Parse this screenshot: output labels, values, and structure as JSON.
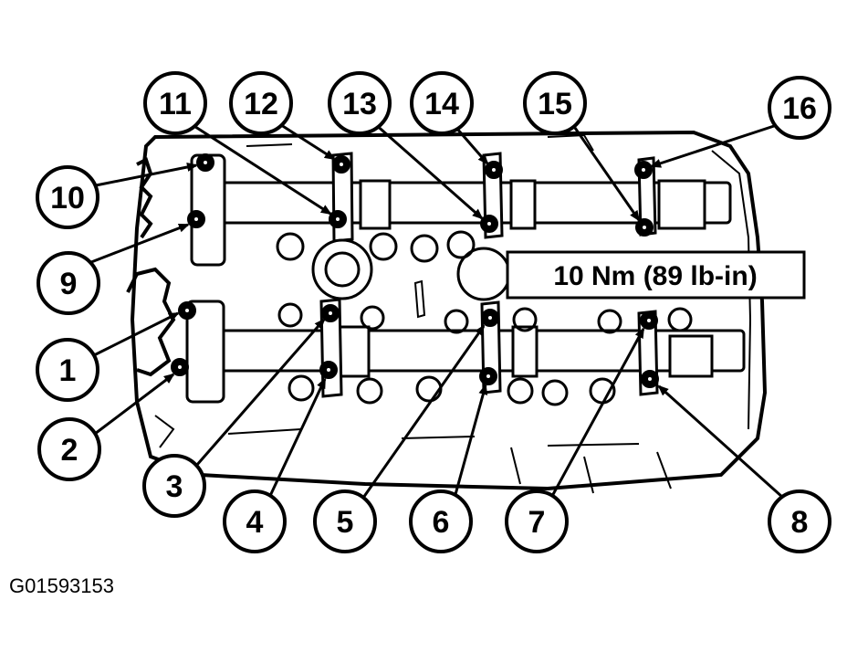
{
  "spec_label": "10 Nm (89 lb-in)",
  "figure_id": "G01593153",
  "callouts": [
    {
      "label": "1"
    },
    {
      "label": "2"
    },
    {
      "label": "3"
    },
    {
      "label": "4"
    },
    {
      "label": "5"
    },
    {
      "label": "6"
    },
    {
      "label": "7"
    },
    {
      "label": "8"
    },
    {
      "label": "9"
    },
    {
      "label": "10"
    },
    {
      "label": "11"
    },
    {
      "label": "12"
    },
    {
      "label": "13"
    },
    {
      "label": "14"
    },
    {
      "label": "15"
    },
    {
      "label": "16"
    }
  ]
}
